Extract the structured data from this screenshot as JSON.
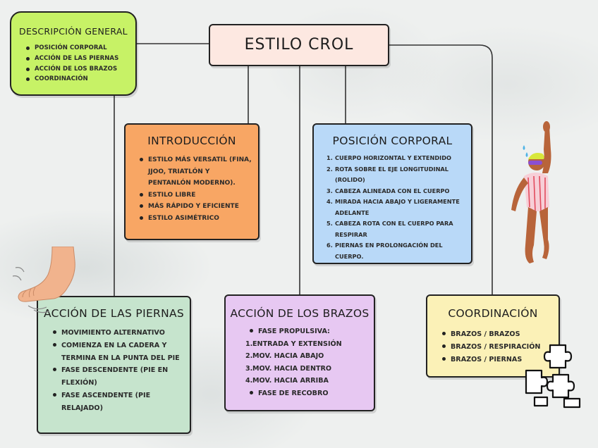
{
  "title": "ESTILO CROL",
  "descripcion_general": {
    "heading": "DESCRIPCIÓN GENERAL",
    "items": [
      "POSICIÓN CORPORAL",
      "ACCIÓN DE LAS PIERNAS",
      "ACCIÓN DE LOS BRAZOS",
      "COORDINACIÓN"
    ]
  },
  "introduccion": {
    "heading": "INTRODUCCIÓN",
    "items": [
      "ESTILO MÁS VERSATIL (FINA, JJOO, TRIATLÓN Y PENTANLÓN MODERNO).",
      "ESTILO LIBRE",
      "MÁS RÁPIDO Y EFICIENTE",
      "ESTILO ASIMÉTRICO"
    ]
  },
  "posicion_corporal": {
    "heading": "POSICIÓN CORPORAL",
    "items": [
      {
        "num": "1.",
        "text": "CUERPO HORIZONTAL Y EXTENDIDO"
      },
      {
        "num": "2.",
        "text": "ROTA SOBRE EL EJE LONGITUDINAL (ROLIDO)"
      },
      {
        "num": "3.",
        "text": "CABEZA ALINEADA CON EL CUERPO"
      },
      {
        "num": "4.",
        "text": "MIRADA HACIA ABAJO Y LIGERAMENTE ADELANTE"
      },
      {
        "num": "5.",
        "text": "CABEZA ROTA CON EL CUERPO PARA RESPIRAR"
      },
      {
        "num": "6.",
        "text": "PIERNAS EN PROLONGACIÓN DEL CUERPO."
      }
    ]
  },
  "accion_piernas": {
    "heading": "ACCIÓN DE LAS PIERNAS",
    "items": [
      "MOVIMIENTO ALTERNATIVO",
      "COMIENZA EN LA CADERA Y TERMINA EN LA PUNTA DEL PIE",
      "FASE DESCENDENTE (PIE EN FLEXIÓN)",
      "FASE ASCENDENTE (PIE RELAJADO)"
    ]
  },
  "accion_brazos": {
    "heading": "ACCIÓN DE LOS BRAZOS",
    "phase1": "FASE PROPULSIVA:",
    "steps": [
      {
        "num": "1.",
        "text": "ENTRADA Y EXTENSIÓN"
      },
      {
        "num": "2.",
        "text": "MOV. HACIA ABAJO"
      },
      {
        "num": "3.",
        "text": "MOV. HACIA DENTRO"
      },
      {
        "num": "4.",
        "text": "MOV. HACIA ARRIBA"
      }
    ],
    "phase2": "FASE DE RECOBRO"
  },
  "coordinacion": {
    "heading": "COORDINACIÓN",
    "items": [
      "BRAZOS / BRAZOS",
      "BRAZOS / RESPIRACIÓN",
      "BRAZOS / PIERNAS"
    ]
  },
  "icons": [
    "foot-icon",
    "swimmer-icon",
    "puzzle-icon"
  ]
}
